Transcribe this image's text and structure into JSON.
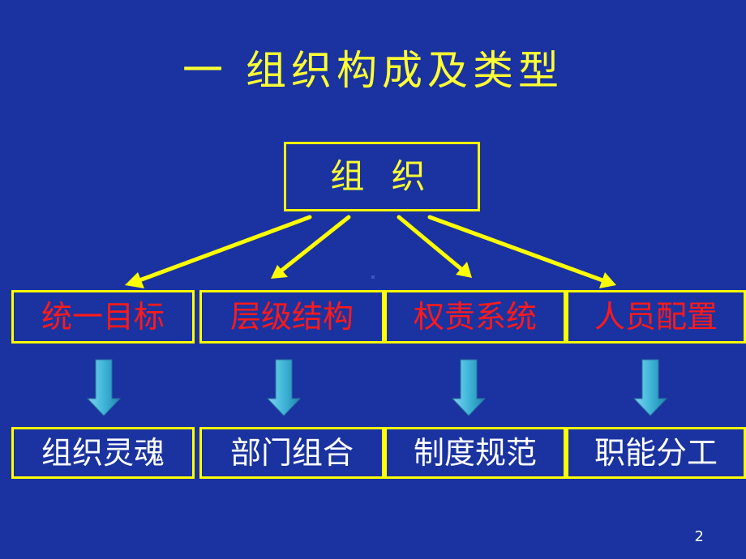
{
  "title": "一 组织构成及类型",
  "root": "组 织",
  "middle": [
    "统一目标",
    "层级结构",
    "权责系统",
    "人员配置"
  ],
  "bottom": [
    "组织灵魂",
    "部门组合",
    "制度规范",
    "职能分工"
  ],
  "page_number": "2",
  "colors": {
    "background": "#1a33a0",
    "border": "#ffff00",
    "title_text": "#ffff33",
    "middle_text": "#ff1a1a",
    "bottom_text": "#ffffff",
    "down_arrow": "#3fb6d8"
  }
}
